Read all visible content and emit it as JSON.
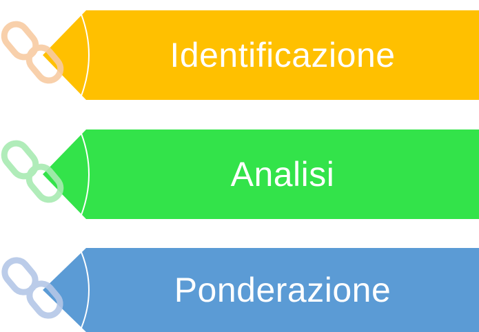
{
  "steps": [
    {
      "label": "Identificazione",
      "color": "#FFC000",
      "link_color": "#F8CBA2",
      "icon": "chain-link-icon"
    },
    {
      "label": "Analisi",
      "color": "#33E34A",
      "link_color": "#A8EBB2",
      "icon": "chain-link-icon"
    },
    {
      "label": "Ponderazione",
      "color": "#5B9BD5",
      "link_color": "#B4C7E7",
      "icon": "chain-link-icon"
    }
  ]
}
